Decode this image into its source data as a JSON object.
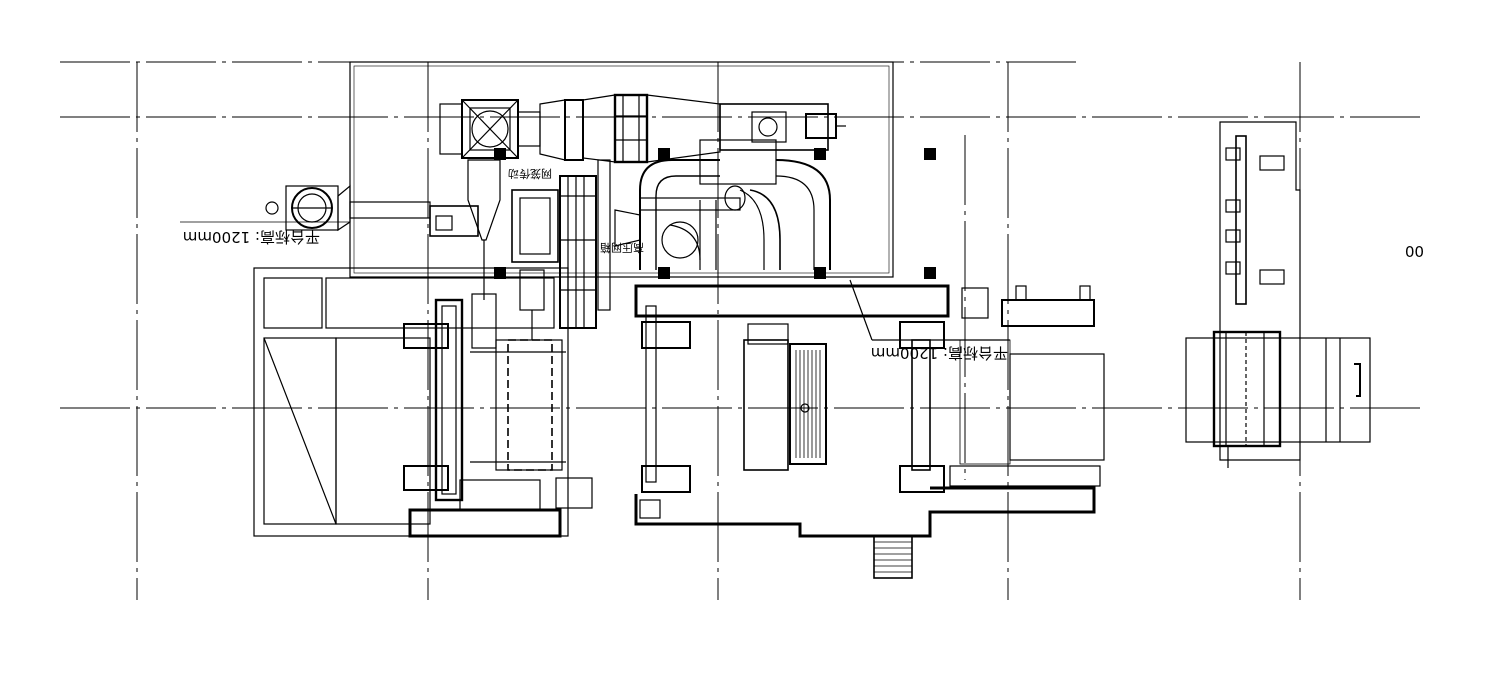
{
  "drawing": {
    "annotations": {
      "left_dim": "平台标高: 1200mm",
      "center_dim": "平台标高: 1200mm",
      "right_edge": "00",
      "label_drive": "网笼传动",
      "label_vertical": "高压网箱"
    },
    "colors": {
      "line": "#000000",
      "background": "#ffffff",
      "hatch": "#000000"
    }
  }
}
